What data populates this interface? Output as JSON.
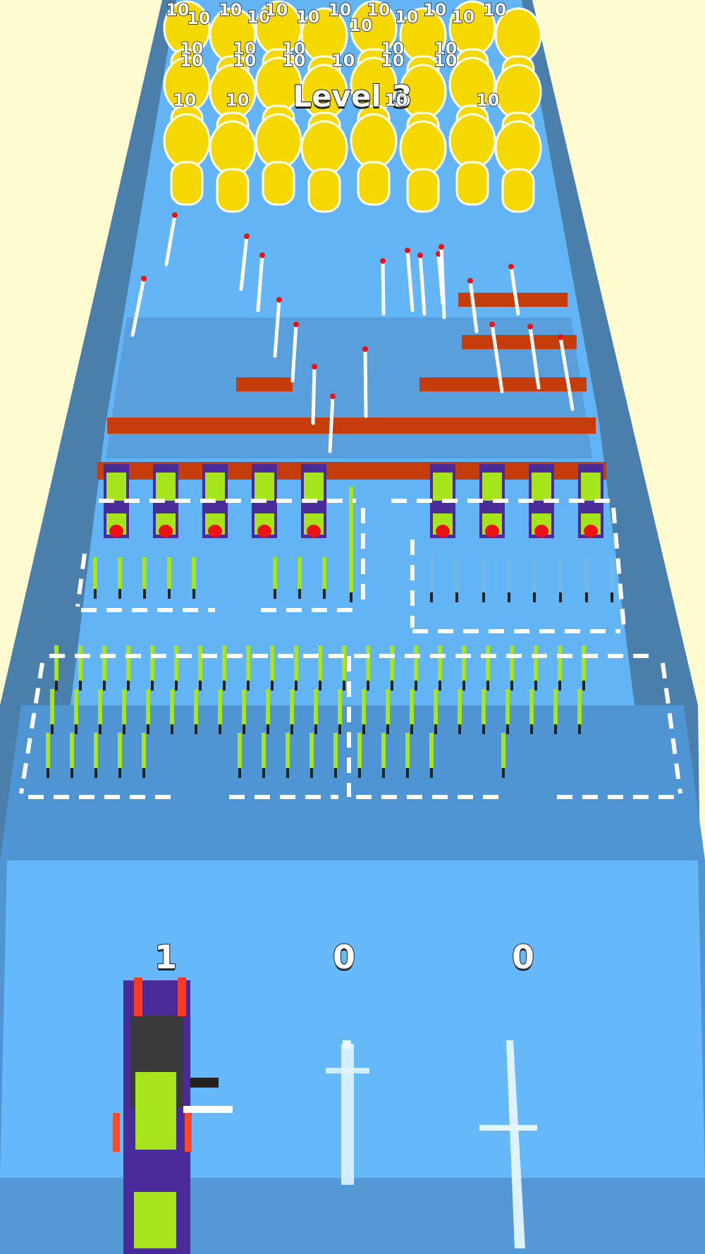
{
  "game": {
    "level_label": "Level 3",
    "enemy_crowd": {
      "unit_value": "10",
      "labels": [
        "10",
        "10",
        "10",
        "10",
        "10",
        "10",
        "10",
        "10",
        "10",
        "10",
        "10",
        "10",
        "10",
        "10",
        "10",
        "10",
        "10",
        "10",
        "10",
        "10",
        "10",
        "10",
        "10",
        "10",
        "10",
        "10",
        "10",
        "10"
      ],
      "color": "#f5d800"
    },
    "weapon_slots": [
      {
        "name": "rocket-launcher",
        "count": "1",
        "owned": true
      },
      {
        "name": "pistol",
        "count": "0",
        "owned": false
      },
      {
        "name": "rifle",
        "count": "0",
        "owned": false
      }
    ],
    "army": {
      "heavy_guns_row": 9,
      "green_rifles_small": 9,
      "blue_rifles": 8,
      "green_rifles_grid_rows": 3
    },
    "colors": {
      "sky": "#fdfbcf",
      "track_side": "#4a7fac",
      "track_top": "#62b4f4",
      "track_far": "#5aa9e8",
      "barrier": "#c43d0a",
      "bullet": "#ffffff",
      "bullet_tip": "#ee1111"
    }
  }
}
